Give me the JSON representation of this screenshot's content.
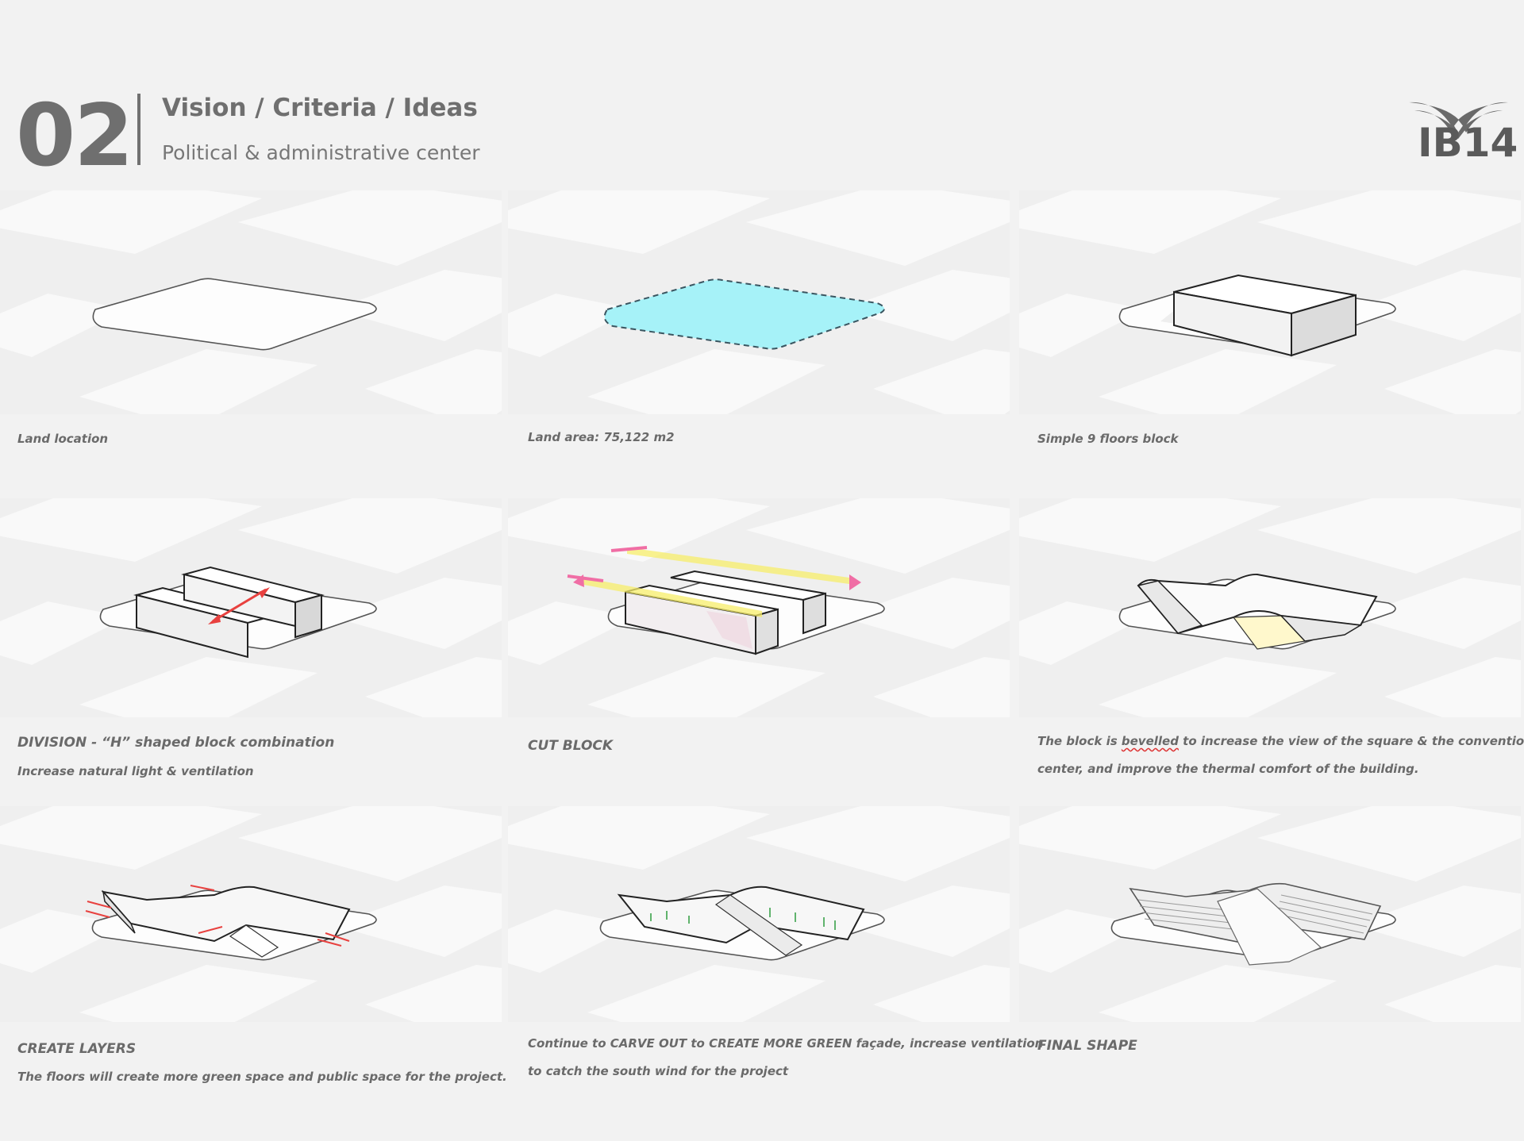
{
  "header": {
    "number": "02",
    "title": "Vision / Criteria / Ideas",
    "subtitle": "Political & administrative center",
    "logo_text": "IB14"
  },
  "colors": {
    "land_fill": "#a6f2f8",
    "arrow_red": "#e8413f",
    "highlight_yellow": "#f7ee6a",
    "highlight_pink": "#f06ea5",
    "text": "#6a6a6a"
  },
  "steps": [
    {
      "caption": "Land location"
    },
    {
      "caption": "Land area:  75,122 m2"
    },
    {
      "caption": "Simple 9 floors block"
    },
    {
      "caption": "DIVISION - “H” shaped block combination",
      "note": "Increase natural light & ventilation"
    },
    {
      "caption": "CUT BLOCK"
    },
    {
      "caption_pre": "The block is ",
      "caption_mark": "bevelled",
      "caption_post": " to increase the view of the square & the convention",
      "caption_line2": "center, and improve the thermal comfort of the building."
    },
    {
      "caption": "CREATE LAYERS",
      "note": "The floors will create more green space and public space for the project."
    },
    {
      "caption": "Continue to CARVE OUT to CREATE MORE GREEN façade, increase ventilation",
      "caption_line2": "to catch the south wind for the project"
    },
    {
      "caption": "FINAL SHAPE"
    }
  ]
}
